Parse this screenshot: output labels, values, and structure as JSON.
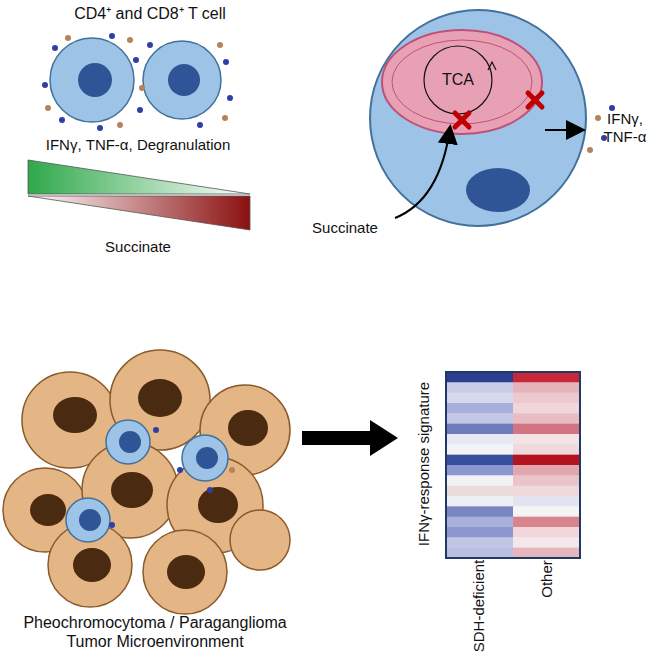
{
  "diagram": {
    "nodes": [
      {
        "text": [
          "TCA"
        ]
      },
      {
        "text": [
          "Pheochromocytoma / Paraganglioma Tumor Microenvironment"
        ]
      },
      {
        "text": [
          "IFNγ-response signature",
          "SDH-deficient",
          "Other"
        ]
      }
    ],
    "edges": [
      {
        "from": 1,
        "to": 2,
        "arrow": "to"
      }
    ],
    "labels": [
      "CD4⁺ and CD8⁺ T cell",
      "IFNγ, TNF-α, Degranulation",
      "Succinate",
      "Succinate",
      "IFNγ, TNF-α"
    ]
  }
}
